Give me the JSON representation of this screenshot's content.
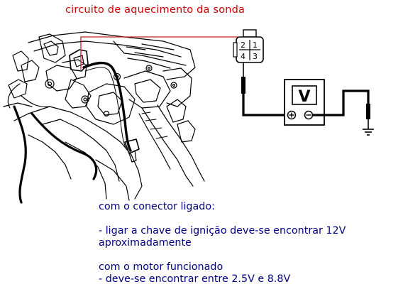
{
  "title": "circuito de aquecimento da sonda",
  "connector": {
    "pins": [
      "2",
      "1",
      "4",
      "3"
    ]
  },
  "meter": {
    "label": "V",
    "terminal_pos": "⊕",
    "terminal_neg": "⊖"
  },
  "colors": {
    "title": "#cc0000",
    "instructions": "#000080",
    "drawing": "#000000",
    "wire_red": "#cc2020"
  },
  "instructions": {
    "line1": "com o conector ligado:",
    "line2": "- ligar a chave de ignição deve-se encontrar 12V",
    "line3": "aproximadamente",
    "line4": "com o motor funcionado",
    "line5": "- deve-se encontrar entre 2.5V e 8.8V"
  }
}
